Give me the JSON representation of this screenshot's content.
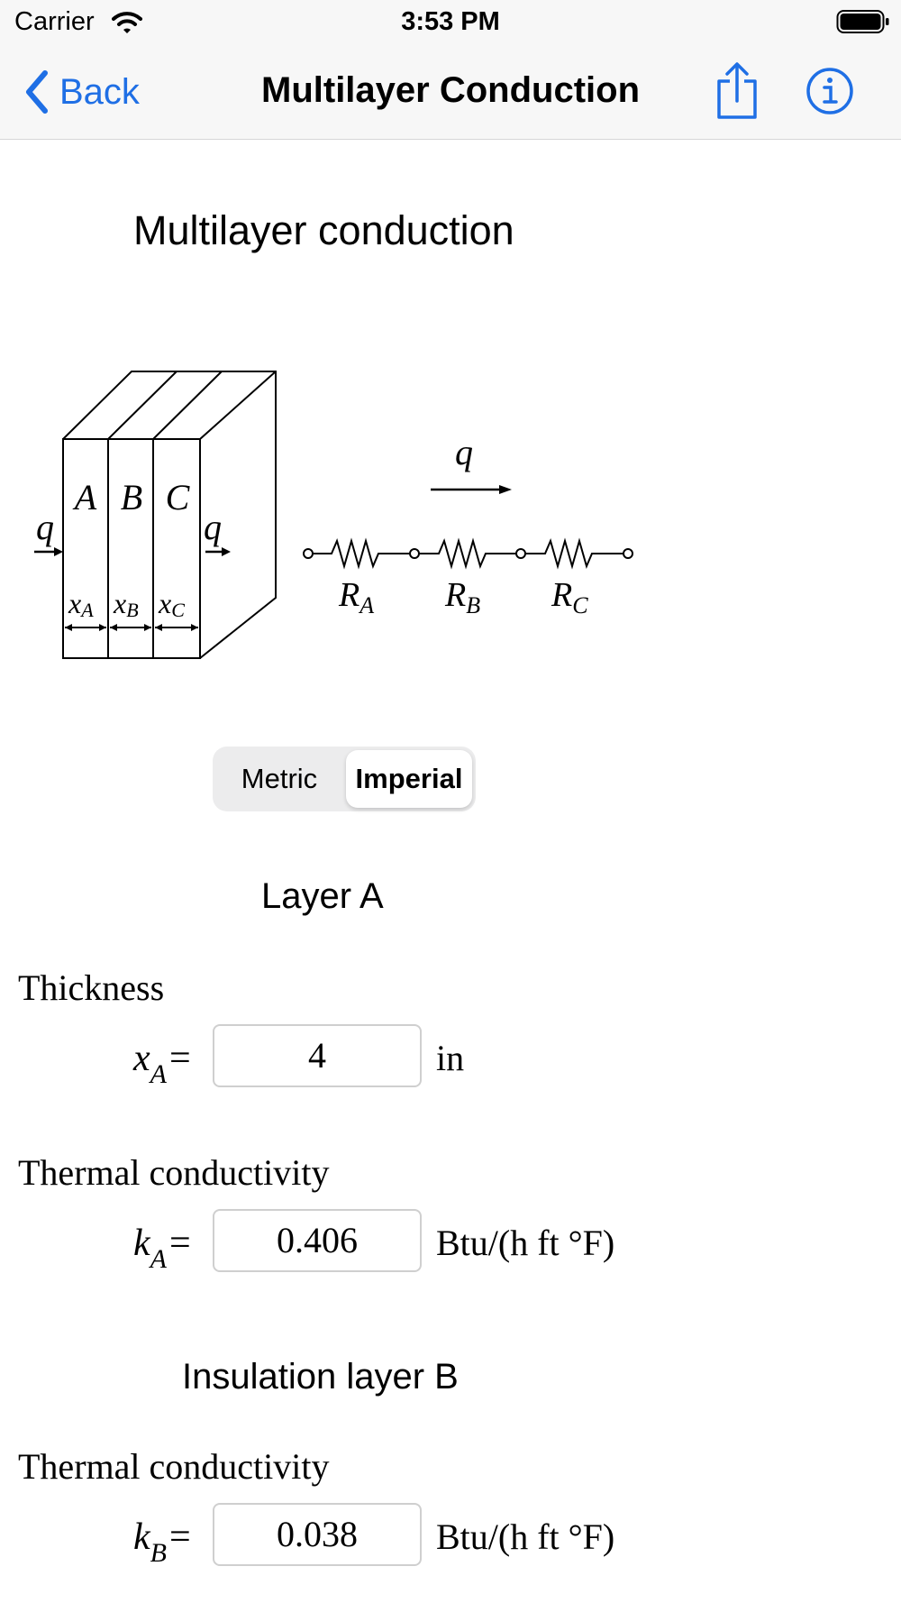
{
  "status_bar": {
    "carrier": "Carrier",
    "time": "3:53 PM"
  },
  "nav": {
    "back_label": "Back",
    "title": "Multilayer Conduction"
  },
  "heading": "Multilayer conduction",
  "diagram": {
    "layers": [
      "A",
      "B",
      "C"
    ],
    "flux": "q",
    "thickness_labels": [
      {
        "base": "x",
        "sub": "A"
      },
      {
        "base": "x",
        "sub": "B"
      },
      {
        "base": "x",
        "sub": "C"
      }
    ],
    "resistors": [
      {
        "base": "R",
        "sub": "A"
      },
      {
        "base": "R",
        "sub": "B"
      },
      {
        "base": "R",
        "sub": "C"
      }
    ]
  },
  "units_selector": {
    "options": [
      "Metric",
      "Imperial"
    ],
    "selected": "Imperial"
  },
  "layer_a": {
    "title": "Layer A",
    "thickness": {
      "label": "Thickness",
      "var": "x",
      "sub": "A",
      "eq": "=",
      "value": "4",
      "unit": "in"
    },
    "conductivity": {
      "label": "Thermal conductivity",
      "var": "k",
      "sub": "A",
      "eq": "=",
      "value": "0.406",
      "unit": "Btu/(h ft °F)"
    }
  },
  "layer_b": {
    "title": "Insulation layer B",
    "conductivity": {
      "label": "Thermal conductivity",
      "var": "k",
      "sub": "B",
      "eq": "=",
      "value": "0.038",
      "unit": "Btu/(h ft °F)"
    }
  },
  "colors": {
    "accent": "#1f6fe5",
    "bar_bg": "#f7f7f7"
  }
}
